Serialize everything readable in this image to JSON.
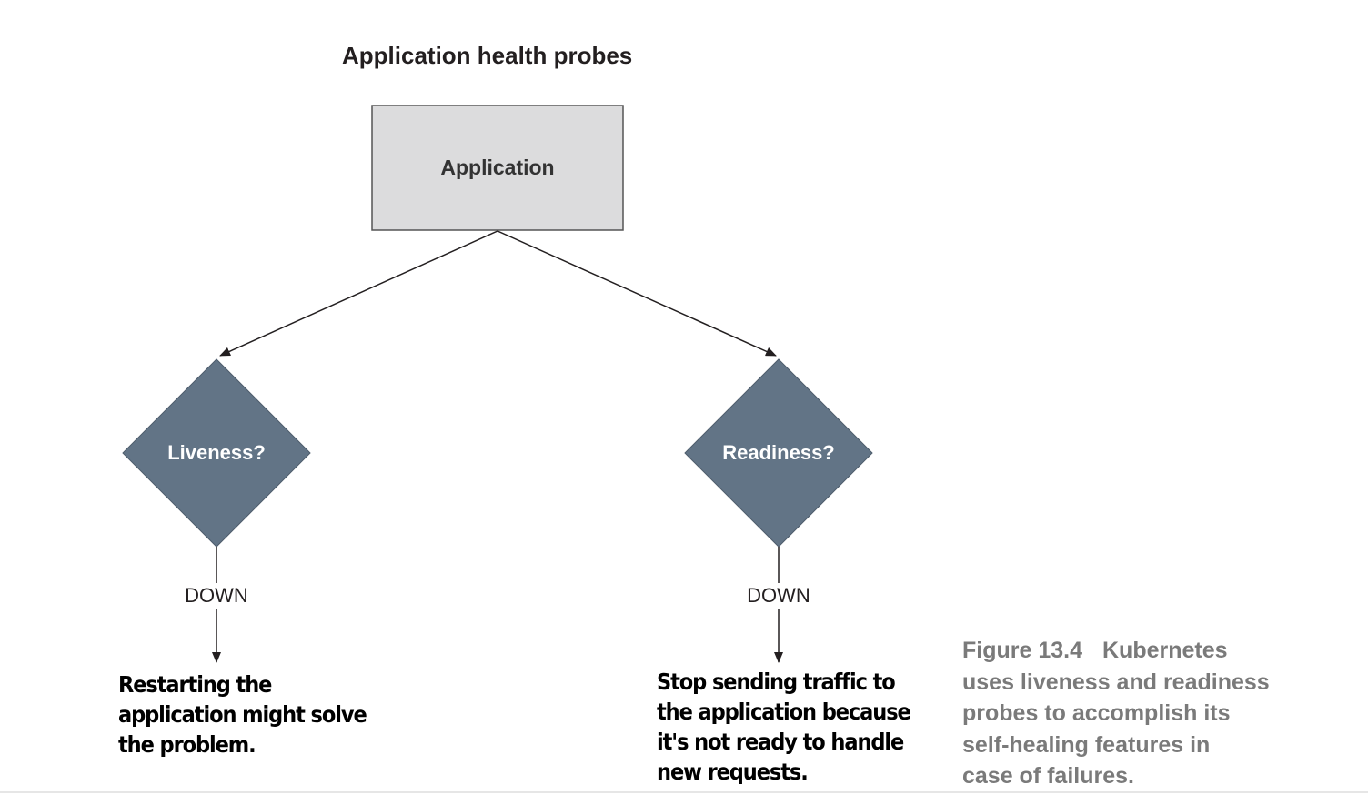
{
  "title": "Application health probes",
  "application_box": {
    "label": "Application",
    "fill": "#dcdcdd",
    "stroke": "#555555"
  },
  "probes": [
    {
      "label": "Liveness?",
      "edge_label": "DOWN",
      "outcome_lines": [
        "Restarting the",
        "application might solve",
        "the problem."
      ]
    },
    {
      "label": "Readiness?",
      "edge_label": "DOWN",
      "outcome_lines": [
        "Stop sending traffic to",
        "the application because",
        "it's not ready to handle",
        "new requests."
      ]
    }
  ],
  "diamond_fill": "#627486",
  "caption": {
    "figure_number": "Figure 13.4",
    "lines": [
      "Kubernetes",
      "uses liveness and readiness",
      "probes to accomplish its",
      "self-healing features in",
      "case of failures."
    ],
    "color": "#7a7a7a"
  }
}
